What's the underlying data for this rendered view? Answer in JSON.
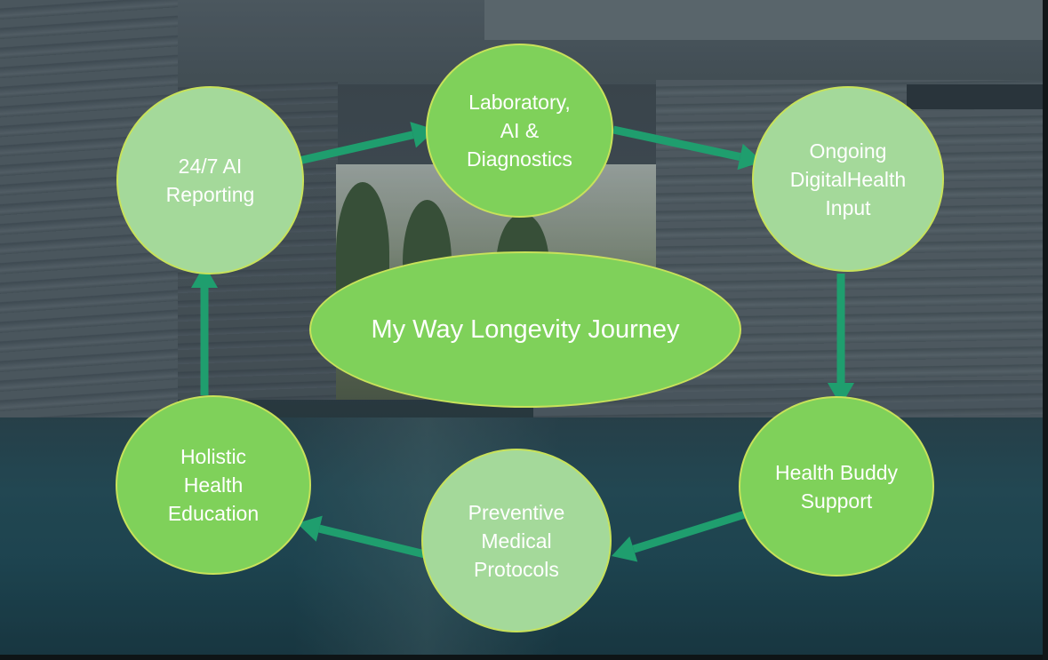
{
  "diagram": {
    "center_label": "My Way Longevity Journey",
    "nodes": [
      {
        "id": "lab",
        "label": "Laboratory,\nAI &\nDiagnostics"
      },
      {
        "id": "digital",
        "label": "Ongoing\nDigitalHealth\nInput"
      },
      {
        "id": "buddy",
        "label": "Health Buddy\nSupport"
      },
      {
        "id": "preventive",
        "label": "Preventive\nMedical\nProtocols"
      },
      {
        "id": "holistic",
        "label": "Holistic\nHealth\nEducation"
      },
      {
        "id": "reporting",
        "label": "24/7 AI\nReporting"
      }
    ],
    "edges": [
      {
        "from": "reporting",
        "to": "lab"
      },
      {
        "from": "lab",
        "to": "digital"
      },
      {
        "from": "digital",
        "to": "buddy"
      },
      {
        "from": "buddy",
        "to": "preventive"
      },
      {
        "from": "preventive",
        "to": "holistic"
      },
      {
        "from": "holistic",
        "to": "reporting"
      }
    ]
  },
  "colors": {
    "node_dark": "#7fd15a",
    "node_light": "#a4d99a",
    "node_border": "#c8e25a",
    "arrow": "#1f9e6e",
    "text": "#ffffff"
  }
}
